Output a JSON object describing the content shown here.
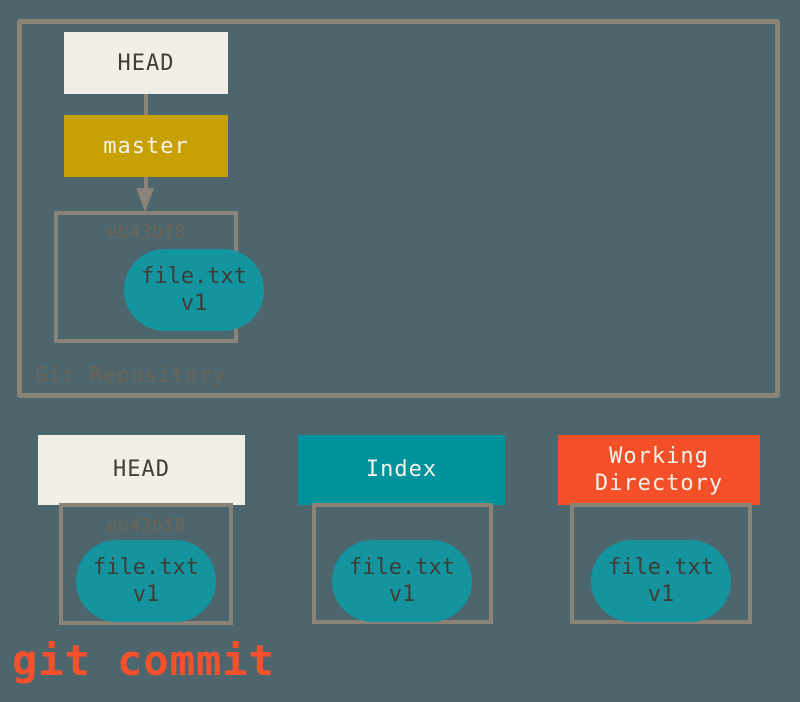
{
  "colors": {
    "background": "#4D666D",
    "frame-border": "#8B8278",
    "cream": "#F1EFE7",
    "gold": "#C7A101",
    "teal": "#00939B",
    "blob-teal": "#14949F",
    "red": "#F3502A",
    "dark-text": "#443E33",
    "light-text": "#F4F1E8",
    "muted-text": "#6B6459",
    "blob-text": "#3E3D35",
    "caption-red": "#F4512C"
  },
  "repo": {
    "label": "Git Repository",
    "head_label": "HEAD",
    "branch_label": "master",
    "commit": {
      "hash": "eb43bf8",
      "file": "file.txt",
      "version": "v1"
    }
  },
  "columns": [
    {
      "title": "HEAD",
      "hash": "eb43bf8",
      "file": "file.txt",
      "version": "v1"
    },
    {
      "title": "Index",
      "file": "file.txt",
      "version": "v1"
    },
    {
      "title": "Working Directory",
      "file": "file.txt",
      "version": "v1"
    }
  ],
  "caption": "git commit"
}
